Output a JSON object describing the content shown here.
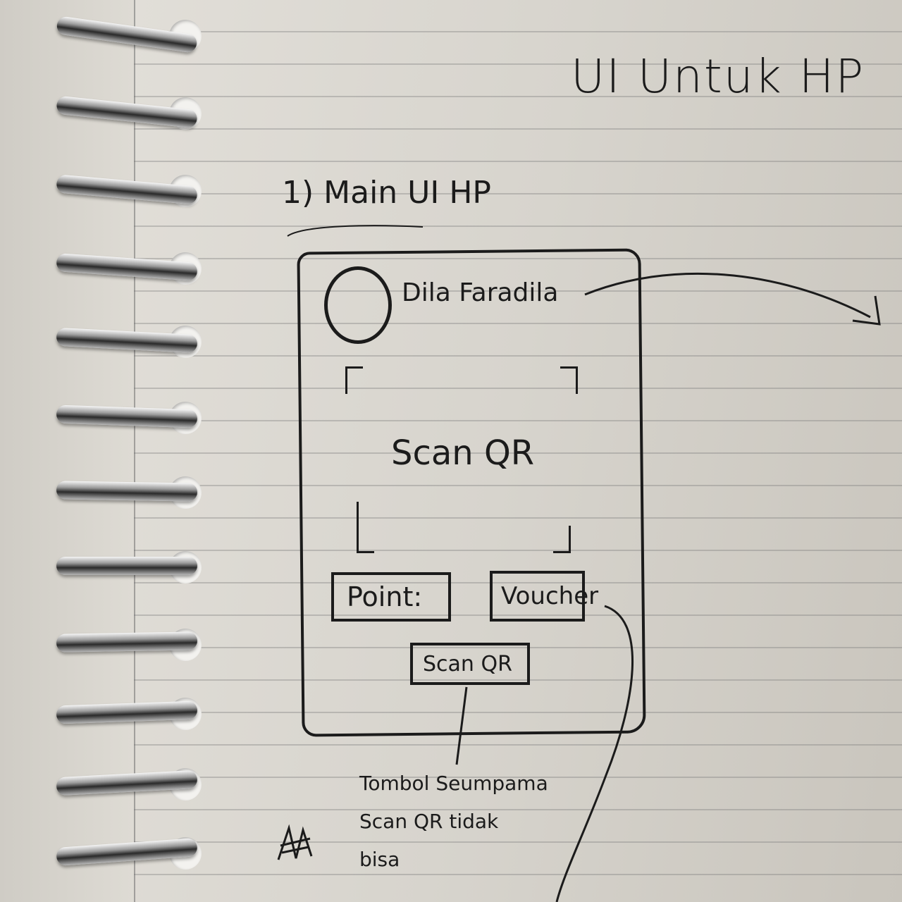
{
  "page": {
    "title": "UI Untuk HP",
    "section_heading": "1) Main UI HP"
  },
  "mockup": {
    "user_name": "Dila Faradila",
    "scan_area_label": "Scan QR",
    "buttons": {
      "point_label": "Point:",
      "voucher_label": "Voucher",
      "scan_qr_label": "Scan QR"
    }
  },
  "annotation": {
    "lines": [
      "Tombol Seumpama",
      "Scan QR tidak",
      "bisa"
    ]
  },
  "colors": {
    "ink": "#1b1b1b",
    "paper": "#dedbd4"
  }
}
